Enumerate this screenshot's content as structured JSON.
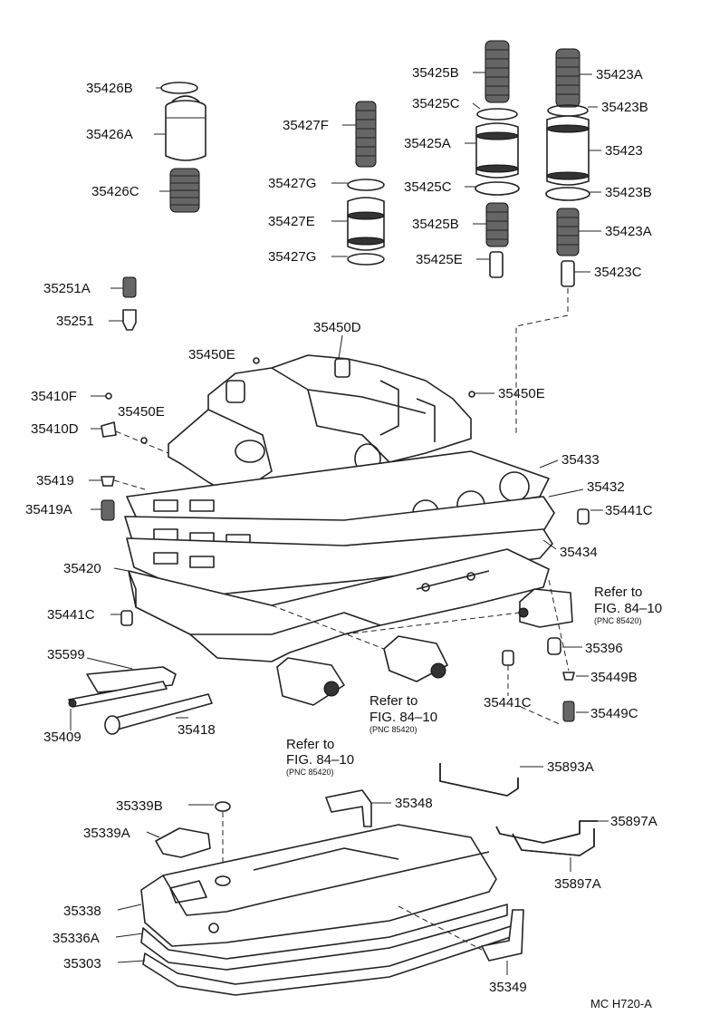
{
  "labels": {
    "p35426B": "35426B",
    "p35426A": "35426A",
    "p35426C": "35426C",
    "p35427F": "35427F",
    "p35427G_top": "35427G",
    "p35427E": "35427E",
    "p35427G_bot": "35427G",
    "p35425B_top": "35425B",
    "p35425C_top": "35425C",
    "p35425A": "35425A",
    "p35425C_bot": "35425C",
    "p35425B_bot": "35425B",
    "p35425E": "35425E",
    "p35423A_top": "35423A",
    "p35423B_top": "35423B",
    "p35423": "35423",
    "p35423B_bot": "35423B",
    "p35423A_bot": "35423A",
    "p35423C": "35423C",
    "p35251A": "35251A",
    "p35251": "35251",
    "p35450D": "35450D",
    "p35450E_a": "35450E",
    "p35450E_b": "35450E",
    "p35450E_c": "35450E",
    "p35410F": "35410F",
    "p35410D": "35410D",
    "p35419": "35419",
    "p35419A": "35419A",
    "p35433": "35433",
    "p35432": "35432",
    "p35441C_a": "35441C",
    "p35434": "35434",
    "p35420": "35420",
    "p35441C_b": "35441C",
    "p35599": "35599",
    "p35409": "35409",
    "p35418": "35418",
    "p35396": "35396",
    "p35449B": "35449B",
    "p35441C_c": "35441C",
    "p35449C": "35449C",
    "p35893A": "35893A",
    "p35339B": "35339B",
    "p35348": "35348",
    "p35339A": "35339A",
    "p35897A_a": "35897A",
    "p35897A_b": "35897A",
    "p35338": "35338",
    "p35336A": "35336A",
    "p35303": "35303",
    "p35349": "35349"
  },
  "refs": [
    {
      "line1": "Refer to",
      "line2": "FIG. 84–10",
      "line3": "(PNC 85420)"
    },
    {
      "line1": "Refer to",
      "line2": "FIG. 84–10",
      "line3": "(PNC 85420)"
    },
    {
      "line1": "Refer to",
      "line2": "FIG. 84–10",
      "line3": "(PNC 85420)"
    }
  ],
  "drawing_code": "MC H720-A"
}
